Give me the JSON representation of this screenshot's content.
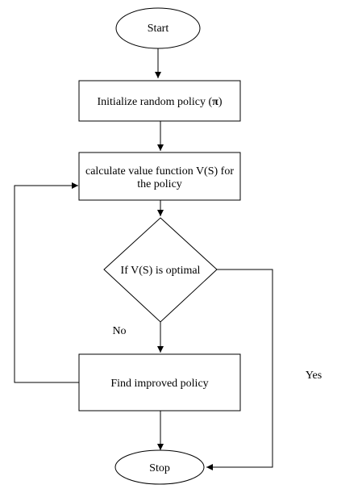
{
  "diagram": {
    "nodes": {
      "start": "Start",
      "init": "Initialize random policy (",
      "init_symbol": "π",
      "init_close": ")",
      "calc_line1": "calculate value function V(S)  for",
      "calc_line2": "the policy",
      "decision": "If V(S) is optimal",
      "improve": "Find improved policy",
      "stop": "Stop"
    },
    "edge_labels": {
      "no": "No",
      "yes": "Yes"
    }
  },
  "colors": {
    "stroke": "#000000",
    "fill": "#ffffff",
    "text": "#000000"
  }
}
